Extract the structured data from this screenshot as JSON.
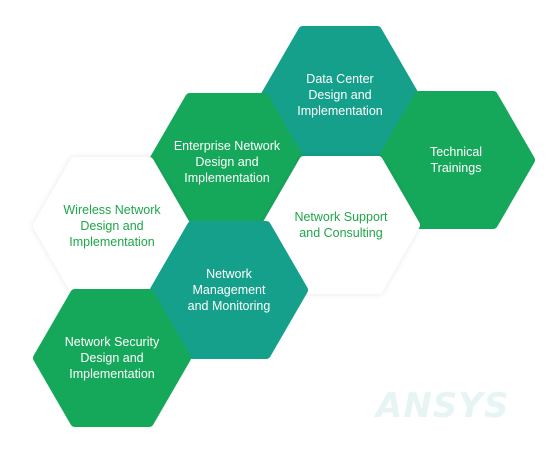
{
  "hexagons": [
    {
      "id": "data-center",
      "label_lines": [
        "Data Center",
        "Design and",
        "Implementation"
      ],
      "fill": "#14a08a",
      "style": "dark"
    },
    {
      "id": "technical-trainings",
      "label_lines": [
        "Technical",
        "Trainings"
      ],
      "fill": "#16a85a",
      "style": "dark"
    },
    {
      "id": "enterprise-network",
      "label_lines": [
        "Enterprise Network",
        "Design and",
        "Implementation"
      ],
      "fill": "#16a85a",
      "style": "dark"
    },
    {
      "id": "network-support",
      "label_lines": [
        "Network Support",
        "and Consulting"
      ],
      "fill": "#ffffff",
      "style": "light"
    },
    {
      "id": "wireless-network",
      "label_lines": [
        "Wireless Network",
        "Design and",
        "Implementation"
      ],
      "fill": "#ffffff",
      "style": "light"
    },
    {
      "id": "network-management",
      "label_lines": [
        "Network",
        "Management",
        "and Monitoring"
      ],
      "fill": "#14a08a",
      "style": "dark"
    },
    {
      "id": "network-security",
      "label_lines": [
        "Network Security",
        "Design and",
        "Implementation"
      ],
      "fill": "#16a85a",
      "style": "dark"
    }
  ],
  "colors": {
    "teal": "#14a08a",
    "green": "#16a85a",
    "light_text": "#1fa64a"
  },
  "logo_text": "ANSYS"
}
